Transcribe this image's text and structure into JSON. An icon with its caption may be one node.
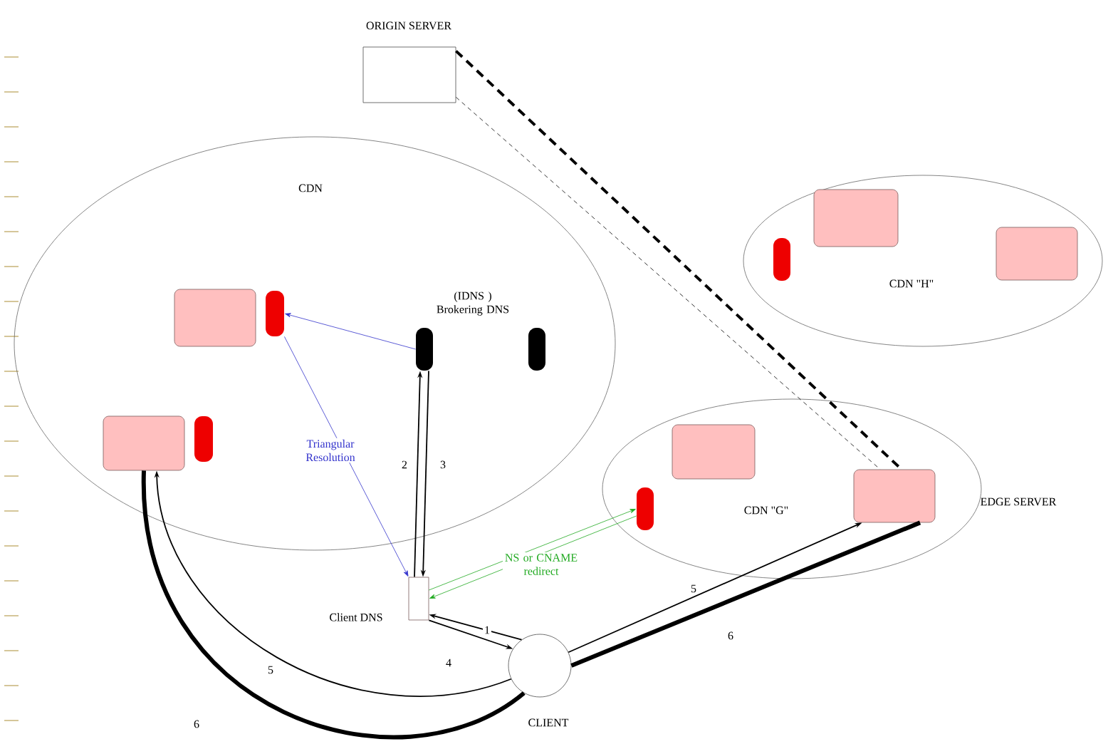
{
  "diagram": {
    "nodes": [
      {
        "text": [
          "ORIGIN SERVER"
        ]
      },
      {
        "text": [
          "CDN"
        ]
      },
      {
        "text": [
          "CDN \"H\""
        ]
      },
      {
        "text": [
          "CDN \"G\""
        ]
      },
      {
        "text": [],
        "shape": "box",
        "in": 1
      },
      {
        "text": [],
        "shape": "bar",
        "in": 1
      },
      {
        "text": [],
        "shape": "bar",
        "in": 1
      },
      {
        "text": [],
        "shape": "bar",
        "in": 1
      },
      {
        "text": [],
        "shape": "box",
        "in": 1
      },
      {
        "text": [],
        "shape": "bar",
        "in": 1
      },
      {
        "text": [],
        "shape": "bar",
        "in": 2
      },
      {
        "text": [],
        "shape": "box",
        "in": 2
      },
      {
        "text": [],
        "shape": "box",
        "in": 2
      },
      {
        "text": [],
        "shape": "bar",
        "in": 3
      },
      {
        "text": [],
        "shape": "box",
        "in": 3
      },
      {
        "text": [],
        "shape": "box",
        "in": 3,
        "beside": [
          "EDGE SERVER"
        ]
      },
      {
        "text": [],
        "shape": "box",
        "beside": [
          "Client DNS"
        ]
      },
      {
        "text": [],
        "shape": "circle",
        "beside": [
          "CLIENT"
        ]
      }
    ],
    "edges": [
      {
        "from": 0,
        "to": 15,
        "arrow": "none",
        "style": "dashed"
      },
      {
        "from": 0,
        "to": 15,
        "arrow": "none",
        "style": "dashed"
      },
      {
        "from": 6,
        "to": 5,
        "arrow": "to",
        "color": "#3333cc"
      },
      {
        "from": 5,
        "to": 16,
        "arrow": "to",
        "color": "#3333cc",
        "label": "Triangular Resolution"
      },
      {
        "from": 16,
        "to": 6,
        "arrow": "to",
        "label": "2"
      },
      {
        "from": 6,
        "to": 16,
        "arrow": "to",
        "label": "3"
      },
      {
        "from": 16,
        "to": 13,
        "arrow": "to",
        "color": "#22aa22",
        "label": "NS or CNAME redirect"
      },
      {
        "from": 13,
        "to": 16,
        "arrow": "to",
        "color": "#22aa22"
      },
      {
        "from": 17,
        "to": 16,
        "arrow": "to",
        "label": "1"
      },
      {
        "from": 16,
        "to": 17,
        "arrow": "to",
        "label": "4"
      },
      {
        "from": 17,
        "to": 8,
        "arrow": "to",
        "label": "5"
      },
      {
        "from": 8,
        "to": 17,
        "arrow": "none",
        "style": "thick",
        "label": "6"
      },
      {
        "from": 17,
        "to": 15,
        "arrow": "to",
        "label": "5"
      },
      {
        "from": 15,
        "to": 17,
        "arrow": "none",
        "style": "thick",
        "label": "6"
      }
    ],
    "labels": [
      "(IDNS ) Brokering DNS"
    ]
  }
}
